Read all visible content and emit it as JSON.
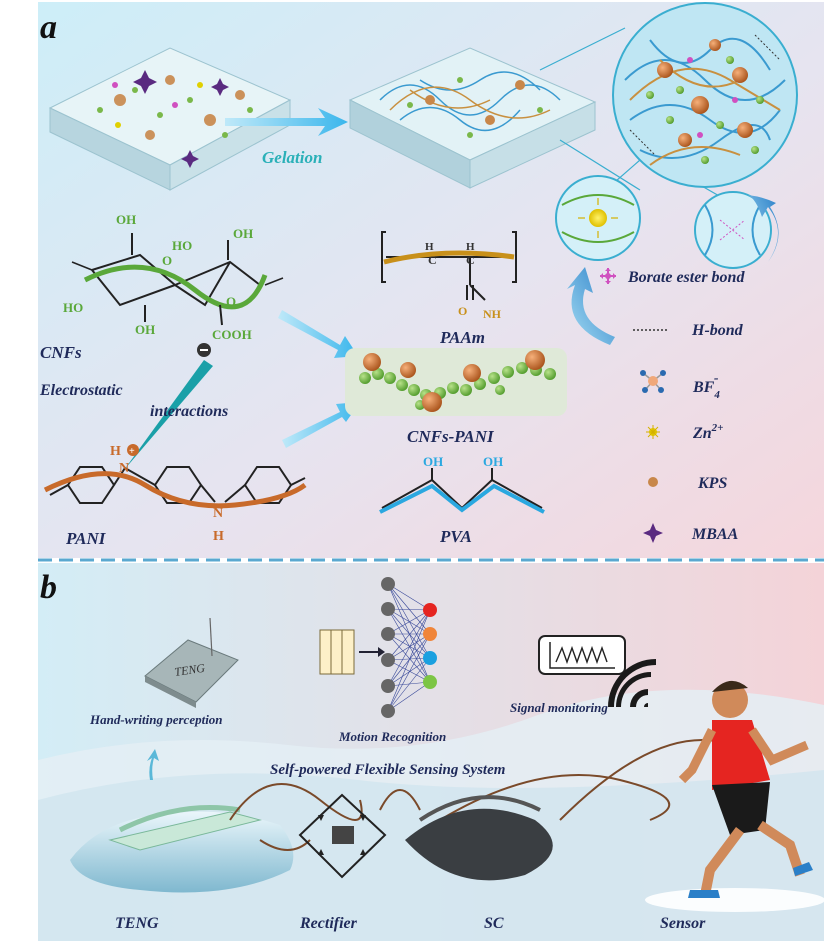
{
  "panel_a": {
    "letter": "a",
    "gelation": "Gelation",
    "cnfs_label": "CNFs",
    "electrostatic_1": "Electrostatic",
    "electrostatic_2": "interactions",
    "pani_label": "PANI",
    "paam_label": "PAAm",
    "cnfs_pani_label": "CNFs-PANI",
    "pva_label": "PVA",
    "cnf_atoms": {
      "oh_top": "OH",
      "ho1": "HO",
      "o_ring": "O",
      "ho2": "HO",
      "oh_mid": "OH",
      "oh_bottom": "OH",
      "o_ring2": "O",
      "cooh": "COOH"
    },
    "pani_atoms": {
      "h_plus": "H",
      "n1": "N",
      "n2": "N",
      "h2": "H"
    },
    "paam_atoms": {
      "h2": "H",
      "c1": "C",
      "h": "H",
      "c2": "C",
      "o": "O",
      "nh2": "NH"
    },
    "pva_atoms": {
      "oh1": "OH",
      "oh2": "OH"
    },
    "legend": [
      {
        "icon": "borate-ester-icon",
        "label": "Borate ester bond"
      },
      {
        "icon": "h-bond-icon",
        "label": "H-bond"
      },
      {
        "icon": "bf4-icon",
        "label": "BF"
      },
      {
        "icon": "zn-icon",
        "label": "Zn"
      },
      {
        "icon": "kps-icon",
        "label": "KPS"
      },
      {
        "icon": "mbaa-icon",
        "label": "MBAA"
      }
    ],
    "bf4_sub": "4",
    "bf4_sup": "-",
    "zn_sup": "2+"
  },
  "panel_b": {
    "letter": "b",
    "teng_pad_text": "TENG",
    "handwriting": "Hand-writing perception",
    "motion": "Motion Recognition",
    "signal": "Signal monitoring",
    "system_title": "Self-powered Flexible Sensing System",
    "components": [
      "TENG",
      "Rectifier",
      "SC",
      "Sensor"
    ],
    "output_colors": [
      "#e52521",
      "#f0853a",
      "#1aa0e0",
      "#7cc545"
    ]
  },
  "colors": {
    "label_navy": "#1f2a5a",
    "gelation_teal": "#2ab0b8",
    "cnf_green": "#5aa83a",
    "pani_orange": "#c86a2a",
    "pva_blue": "#2aa8e0",
    "divider": "#5aa8d0"
  }
}
